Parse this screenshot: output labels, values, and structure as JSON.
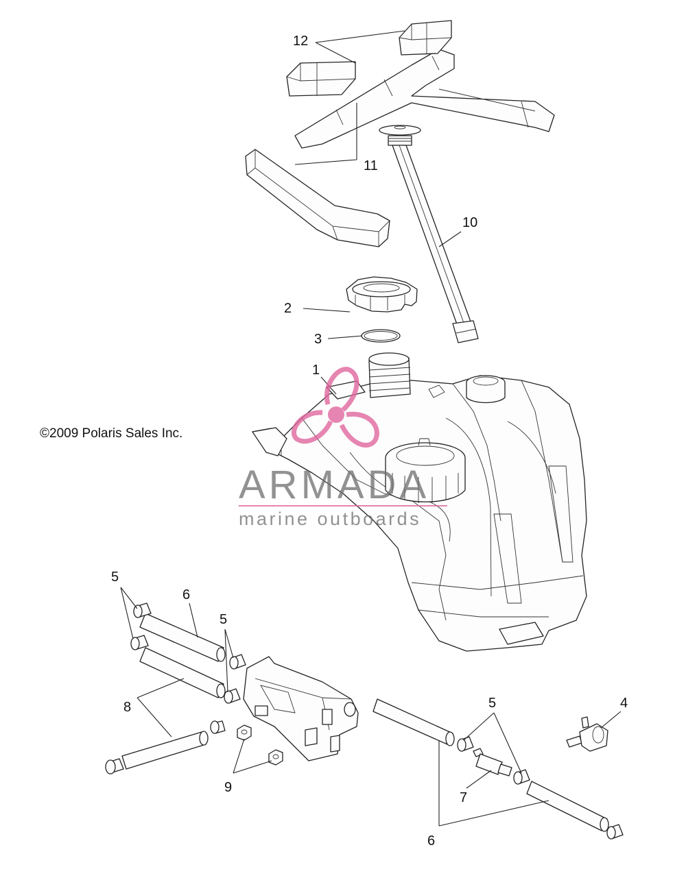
{
  "copyright": "©2009 Polaris Sales Inc.",
  "watermark": {
    "title": "ARMADA",
    "subtitle": "marine outboards",
    "logo_icon": "propeller-icon",
    "accent_color": "#e0669e"
  },
  "callouts": {
    "c1": "1",
    "c2": "2",
    "c3": "3",
    "c4": "4",
    "c5a": "5",
    "c5b": "5",
    "c5c": "5",
    "c6a": "6",
    "c6b": "6",
    "c7": "7",
    "c8": "8",
    "c9": "9",
    "c10": "10",
    "c11": "11",
    "c12": "12"
  }
}
